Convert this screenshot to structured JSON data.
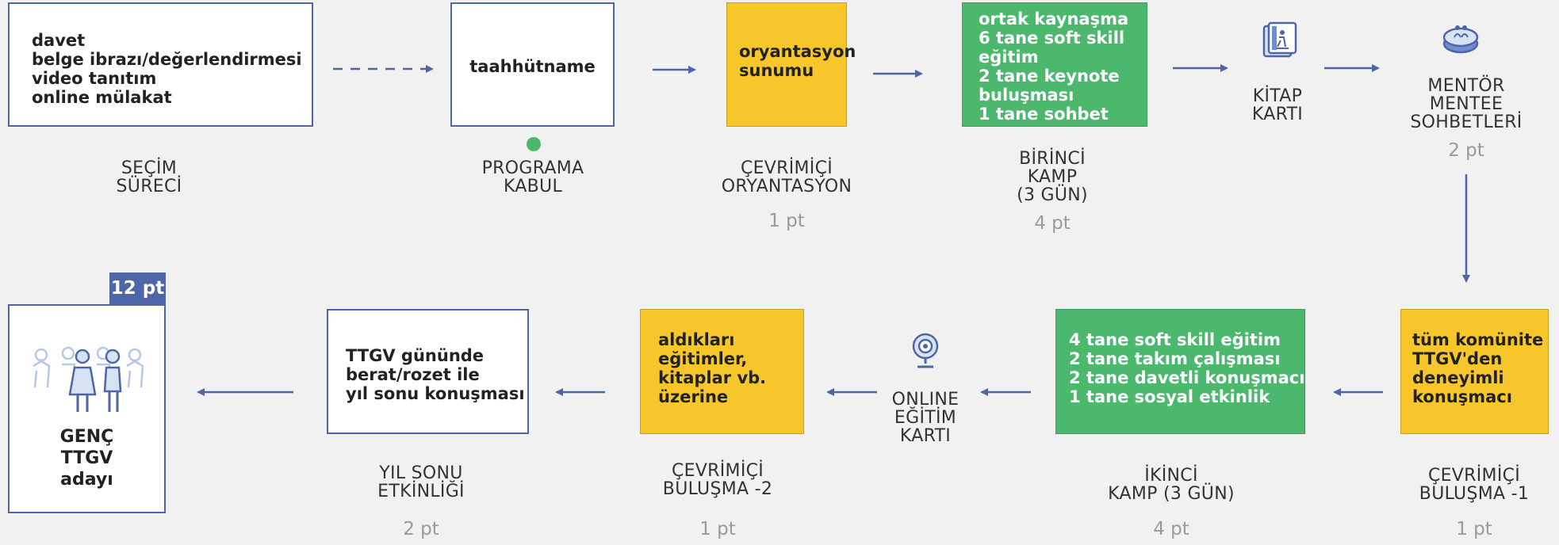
{
  "colors": {
    "accent": "#4e66a8",
    "yellow": "#f7c62b",
    "green": "#4cb86e",
    "dot": "#4cb86e",
    "points": "#9a9a9a"
  },
  "row1": {
    "selection": {
      "box_lines": [
        "davet",
        "belge ibrazı/değerlendirmesi",
        "video tanıtım",
        "online mülakat"
      ],
      "label_lines": [
        "SEÇİM",
        "SÜRECİ"
      ]
    },
    "admission": {
      "box_lines": [
        "taahhütname"
      ],
      "label_lines": [
        "PROGRAMA",
        "KABUL"
      ]
    },
    "orientation": {
      "box_lines": [
        "oryantasyon",
        "sunumu"
      ],
      "label_lines": [
        "ÇEVRİMİÇİ",
        "ORYANTASYON"
      ],
      "points": "1 pt"
    },
    "first_camp": {
      "box_lines": [
        "ortak kaynaşma",
        "6 tane soft skill",
        "eğitim",
        "2 tane keynote",
        "buluşması",
        "1 tane sohbet"
      ],
      "label_lines": [
        "BİRİNCİ",
        "KAMP",
        "(3 GÜN)"
      ],
      "points": "4 pt"
    },
    "book_card": {
      "icon": "book-card-icon",
      "label_lines": [
        "KİTAP",
        "KARTI"
      ]
    },
    "mentor": {
      "icon": "mentor-chat-icon",
      "label_lines": [
        "MENTÖR",
        "MENTEE",
        "SOHBETLERİ"
      ],
      "points": "2 pt"
    }
  },
  "row2": {
    "candidate": {
      "badge": "12 pt",
      "icon": "people-group-icon",
      "box_lines": [
        "GENÇ",
        "TTGV",
        "adayı"
      ]
    },
    "year_end": {
      "box_lines": [
        "TTGV gününde",
        "berat/rozet ile",
        "yıl sonu konuşması"
      ],
      "label_lines": [
        "YIL SONU",
        "ETKİNLİĞİ"
      ],
      "points": "2 pt"
    },
    "meeting2": {
      "box_lines": [
        "aldıkları",
        "eğitimler,",
        "kitaplar vb.",
        "üzerine"
      ],
      "label_lines": [
        "ÇEVRİMİÇİ",
        "BULUŞMA -2"
      ],
      "points": "1 pt"
    },
    "online_card": {
      "icon": "webcam-icon",
      "label_lines": [
        "ONLINE",
        "EĞİTİM",
        "KARTI"
      ]
    },
    "second_camp": {
      "box_lines": [
        "4 tane soft skill eğitim",
        "2 tane takım çalışması",
        "2 tane davetli konuşmacı",
        "1 tane sosyal etkinlik"
      ],
      "label_lines": [
        "İKİNCİ",
        "KAMP (3 GÜN)"
      ],
      "points": "4 pt"
    },
    "meeting1": {
      "box_lines": [
        "tüm komünite",
        "TTGV'den",
        "deneyimli",
        "konuşmacı"
      ],
      "label_lines": [
        "ÇEVRİMİÇİ",
        "BULUŞMA -1"
      ],
      "points": "1 pt"
    }
  }
}
